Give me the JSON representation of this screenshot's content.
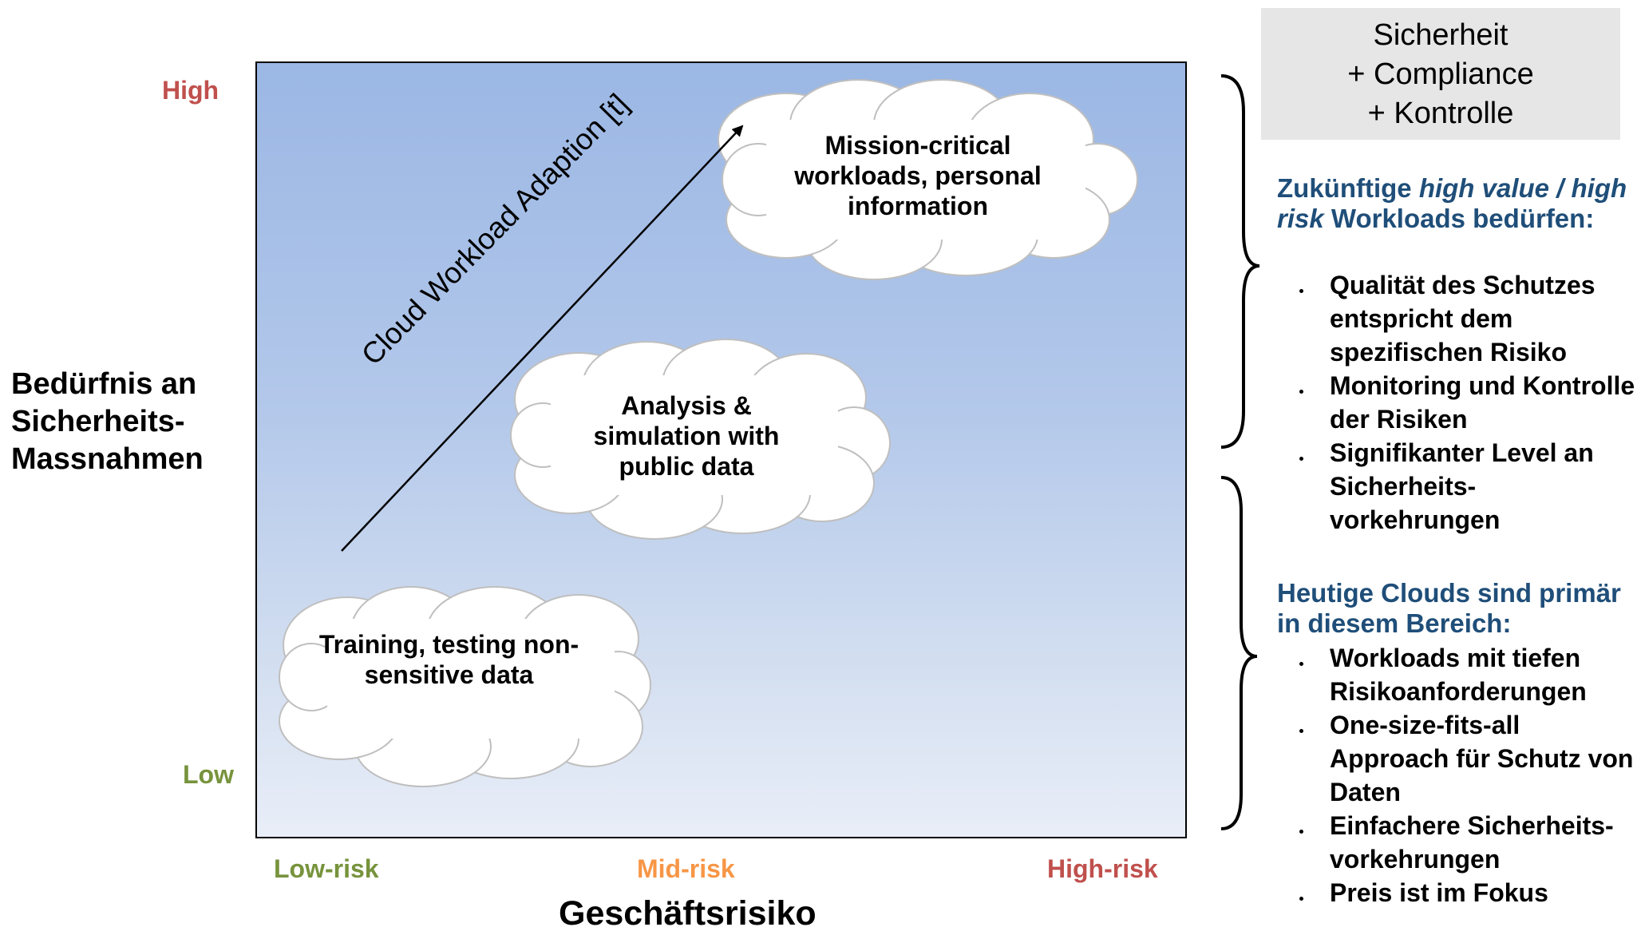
{
  "y_axis": {
    "title": "Bedürfnis an Sicherheits-Massnahmen",
    "high_label": "High",
    "low_label": "Low"
  },
  "x_axis": {
    "title": "Geschäftsrisiko",
    "categories": [
      "Low-risk",
      "Mid-risk",
      "High-risk"
    ]
  },
  "arrow": {
    "label": "Cloud Workload Adaption [t]"
  },
  "clouds": [
    {
      "text": "Training, testing non-sensitive data"
    },
    {
      "text": "Analysis & simulation with public data"
    },
    {
      "text": "Mission-critical workloads, personal information"
    }
  ],
  "legend_box": {
    "lines": [
      "Sicherheit",
      "+ Compliance",
      "+ Kontrolle"
    ]
  },
  "future": {
    "heading_pre": "Zukünftige ",
    "heading_em": "high value / high risk",
    "heading_post": " Workloads bedürfen:",
    "items": [
      "Qualität des Schutzes entspricht dem spezifischen Risiko",
      "Monitoring und Kontrolle der Risiken",
      "Signifikanter Level an Sicherheits-vorkehrungen"
    ]
  },
  "today": {
    "heading": "Heutige Clouds sind primär in diesem Bereich:",
    "items": [
      "Workloads mit tiefen Risikoanforderungen",
      "One-size-fits-all Approach für Schutz von Daten",
      "Einfachere Sicherheits-vorkehrungen",
      "Preis ist im Fokus"
    ]
  },
  "colors": {
    "high": "#c0504d",
    "low": "#77933c",
    "mid": "#f79646",
    "heading_blue": "#1f4e79",
    "legend_bg": "#e6e6e6",
    "plot_gradient_top": "#9bb7e4",
    "plot_gradient_bottom": "#e9eef8"
  }
}
